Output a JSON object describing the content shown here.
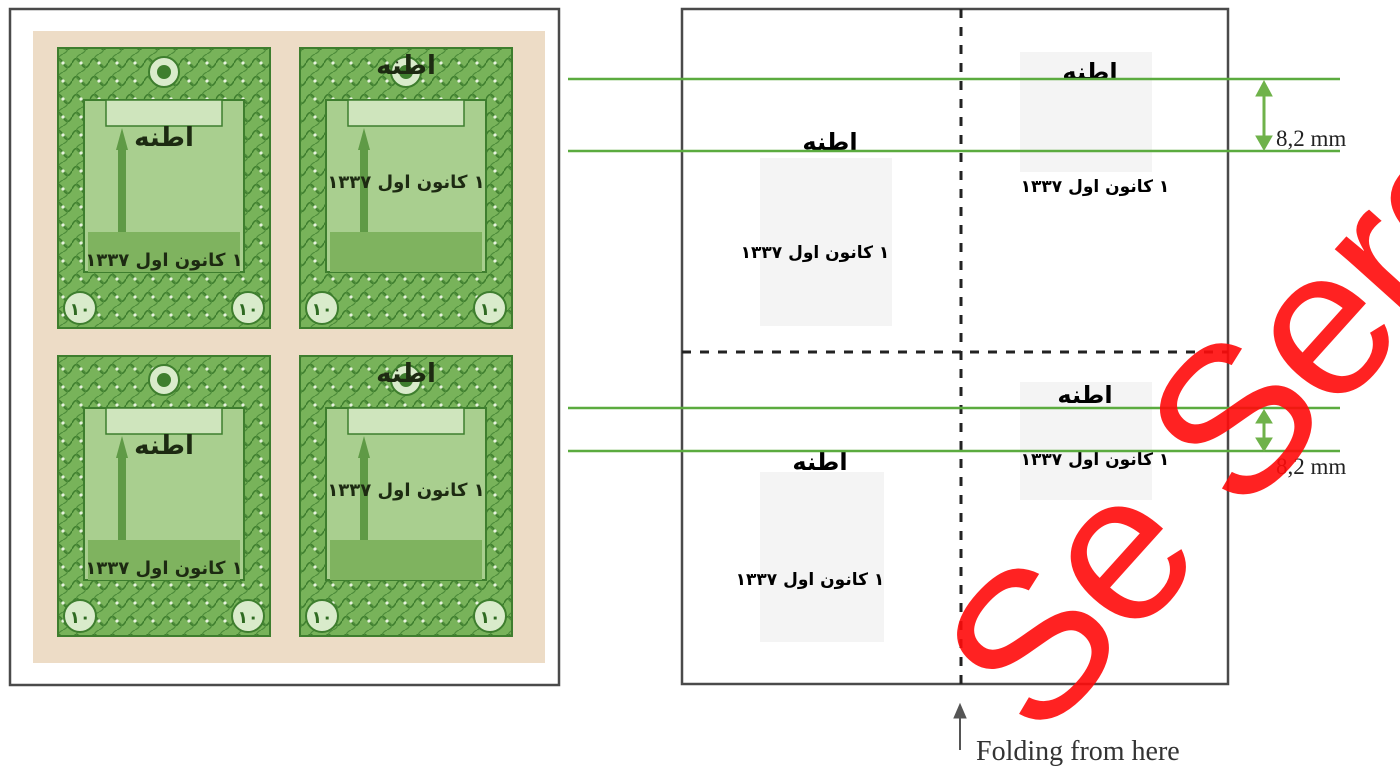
{
  "scheme": {
    "top_left": {
      "name": "اطنه",
      "date": "١ كانون اول ١٣٣٧"
    },
    "top_right": {
      "name": "اطنه",
      "date": "١ كانون اول ١٣٣٧"
    },
    "bottom_left": {
      "name": "اطنه",
      "date": "١ كانون اول ١٣٣٧"
    },
    "bottom_right": {
      "name": "اطنه",
      "date": "١ كانون اول ١٣٣٧"
    }
  },
  "stamps": {
    "value": "١٠",
    "overprint_name": "اطنه",
    "overprint_date": "١ كانون اول ١٣٣٧"
  },
  "measurements": {
    "upper": "8,2 mm",
    "lower": "8,2 mm"
  },
  "fold_caption": "Folding from here",
  "watermark": "Se Sergi",
  "colors": {
    "guide_line": "#5bab3f",
    "arrow": "#6fb24a",
    "stamp_green": "#6aa84f",
    "stamp_dark": "#3f7d2f",
    "paper": "#e9d9c4",
    "watermark": "#ff1a1a"
  }
}
